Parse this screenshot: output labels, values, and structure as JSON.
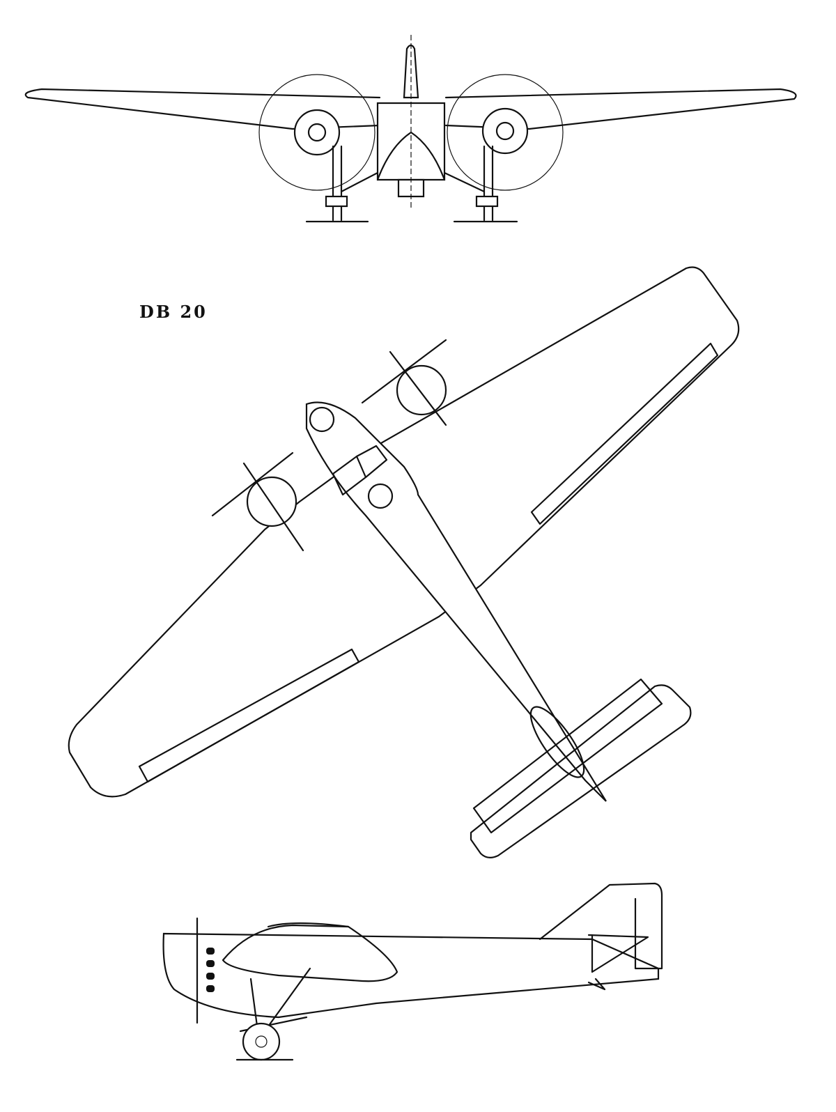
{
  "drawing": {
    "designation": "DB 20",
    "views": [
      "front-view",
      "plan-view",
      "side-view"
    ]
  }
}
